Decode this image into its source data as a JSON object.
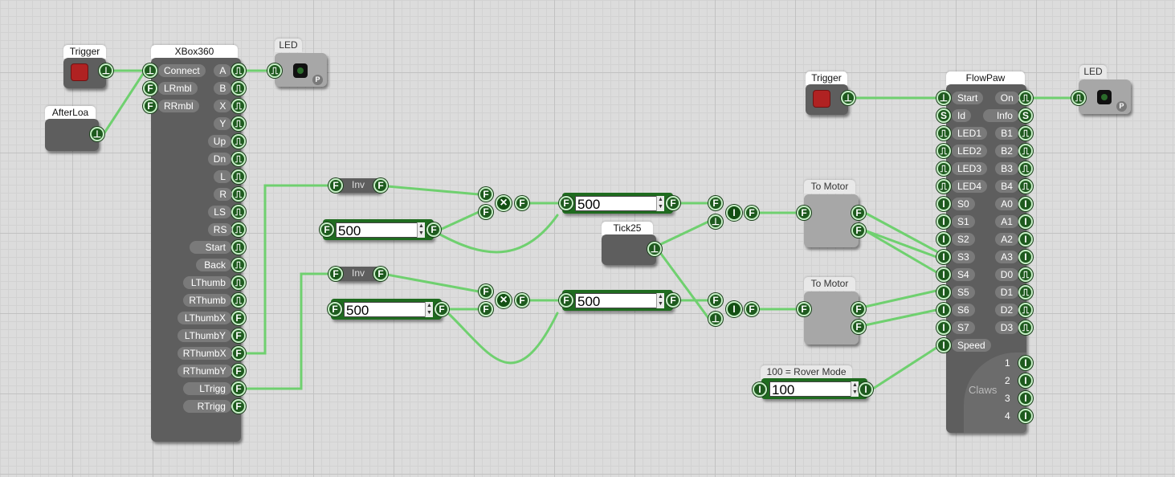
{
  "blocks": {
    "trigger1": {
      "title": "Trigger"
    },
    "afterload": {
      "title": "AfterLoa"
    },
    "xbox": {
      "title": "XBox360",
      "inputs": [
        "Connect",
        "LRmbl",
        "RRmbl"
      ],
      "outputs": [
        "A",
        "B",
        "X",
        "Y",
        "Up",
        "Dn",
        "L",
        "R",
        "LS",
        "RS",
        "Start",
        "Back",
        "LThumb",
        "RThumb",
        "LThumbX",
        "LThumbY",
        "RThumbX",
        "RThumbY",
        "LTrigg",
        "RTrigg"
      ]
    },
    "led1": {
      "title": "LED",
      "badge": "P"
    },
    "inv1": {
      "title": "Inv"
    },
    "inv2": {
      "title": "Inv"
    },
    "num500a": {
      "value": "500"
    },
    "num500b": {
      "value": "500"
    },
    "num500c": {
      "value": "500"
    },
    "num500d": {
      "value": "500"
    },
    "tick": {
      "title": "Tick25"
    },
    "motor1": {
      "title": "To Motor"
    },
    "motor2": {
      "title": "To Motor"
    },
    "trigger2": {
      "title": "Trigger"
    },
    "rover": {
      "title": "100 = Rover Mode",
      "value": "100"
    },
    "flowpaw": {
      "title": "FlowPaw",
      "inputs": [
        "Start",
        "Id",
        "LED1",
        "LED2",
        "LED3",
        "LED4",
        "S0",
        "S1",
        "S2",
        "S3",
        "S4",
        "S5",
        "S6",
        "S7",
        "Speed"
      ],
      "outputs": [
        "On",
        "Info",
        "B1",
        "B2",
        "B3",
        "B4",
        "A0",
        "A1",
        "A2",
        "A3",
        "D0",
        "D1",
        "D2",
        "D3"
      ],
      "claws_label": "Claws",
      "claws_outputs": [
        "1",
        "2",
        "3",
        "4"
      ]
    },
    "led2": {
      "title": "LED",
      "badge": "P"
    }
  },
  "glyphs": {
    "pulse": "⊥",
    "wave": "⎍",
    "float": "F",
    "int": "I",
    "string": "S",
    "multiply": "×",
    "round": "I",
    "spin_up": "▲",
    "spin_down": "▼"
  },
  "colors": {
    "wire": "#6fd06f",
    "block": "#5e5e5e",
    "port": "#1e5a1e",
    "trigger": "#b02222",
    "number_box": "#1f6b1f"
  }
}
